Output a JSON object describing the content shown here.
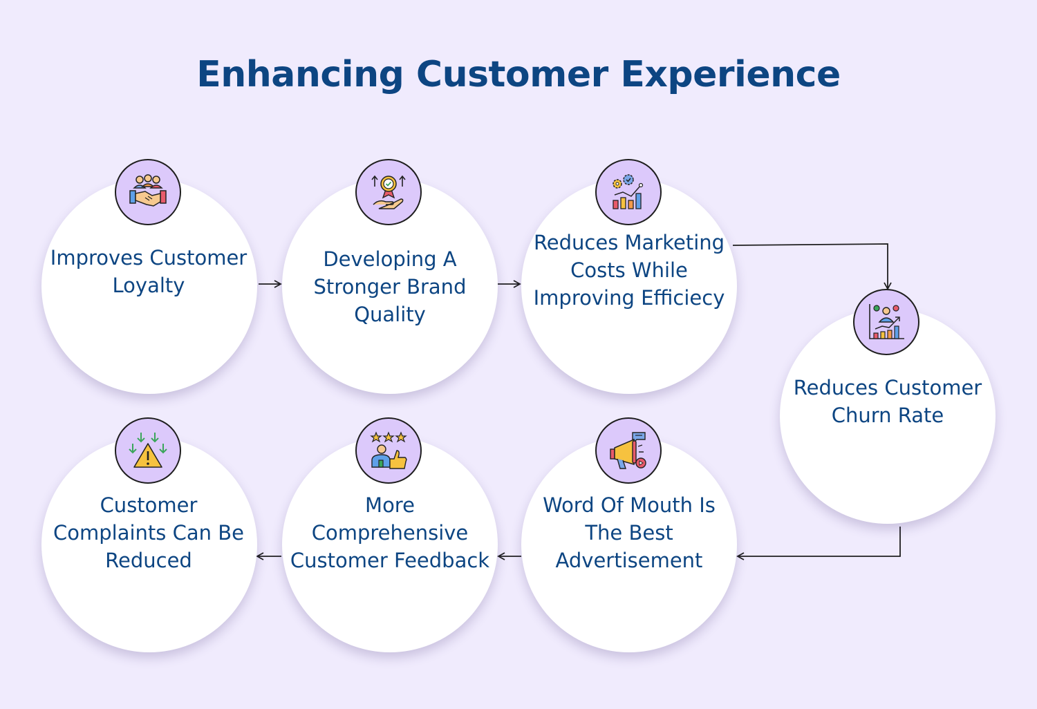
{
  "title": "Enhancing Customer Experience",
  "nodes": [
    {
      "label": "Improves Customer Loyalty",
      "icon": "handshake-icon"
    },
    {
      "label": "Developing A Stronger Brand Quality",
      "icon": "quality-badge-icon"
    },
    {
      "label": "Reduces Marketing Costs While Improving Efficiecy",
      "icon": "gears-chart-icon"
    },
    {
      "label": "Reduces Customer Churn Rate",
      "icon": "growth-chart-icon"
    },
    {
      "label": "Word Of Mouth Is The Best Advertisement",
      "icon": "megaphone-icon"
    },
    {
      "label": "More Comprehensive Customer Feedback",
      "icon": "thumbs-up-rating-icon"
    },
    {
      "label": "Customer Complaints Can Be Reduced",
      "icon": "warning-arrows-icon"
    }
  ],
  "colors": {
    "background": "#f0ebfd",
    "title": "#0d4582",
    "label": "#0d4582",
    "icon_badge": "#dcc9fb",
    "circle": "#ffffff",
    "connector": "#1e1e1e"
  }
}
